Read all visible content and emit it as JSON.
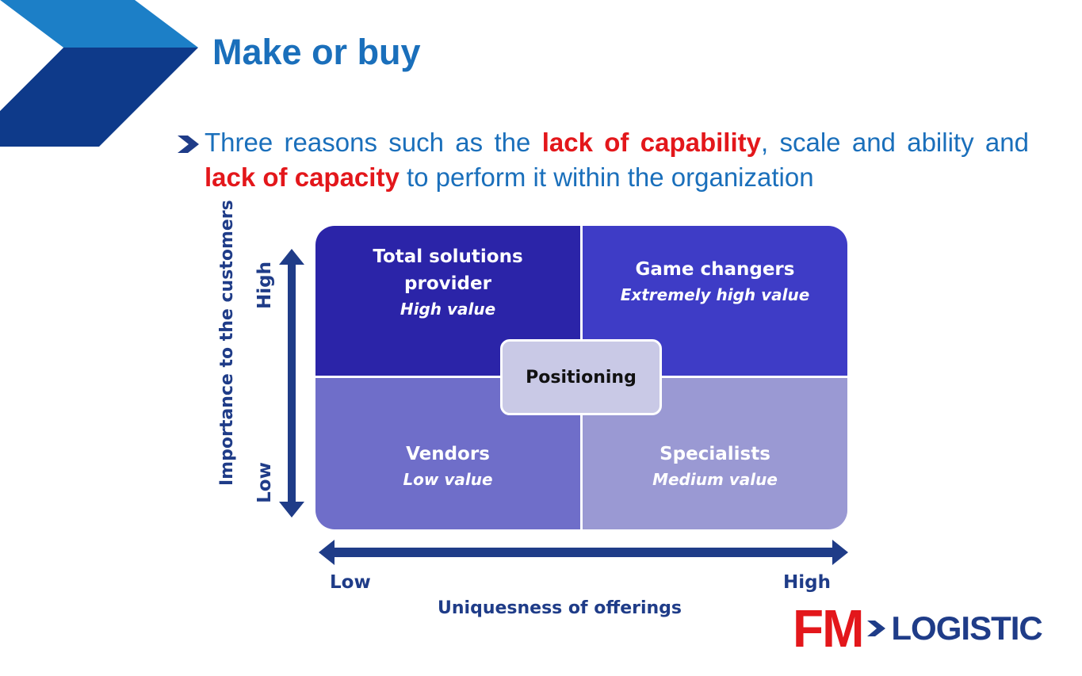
{
  "slide": {
    "title": "Make or buy",
    "bullet": {
      "part1": "Three reasons such as the ",
      "highlight1": "lack of capability",
      "part2": ", scale and ability and ",
      "highlight2": "lack of capacity",
      "part3": " to perform it within the organization"
    }
  },
  "matrix": {
    "top_left": {
      "name": "Total solutions provider",
      "value": "High value"
    },
    "top_right": {
      "name": "Game changers",
      "value": "Extremely high value"
    },
    "bottom_left": {
      "name": "Vendors",
      "value": "Low value"
    },
    "bottom_right": {
      "name": "Specialists",
      "value": "Medium value"
    },
    "center": "Positioning"
  },
  "axes": {
    "x": {
      "low": "Low",
      "high": "High",
      "title": "Uniquesness of offerings"
    },
    "y": {
      "low": "Low",
      "high": "High",
      "title": "Importance to the customers"
    }
  },
  "logo": {
    "brand_red": "FM",
    "brand_word": "LOGISTIC"
  },
  "colors": {
    "title_blue": "#1a6fbb",
    "highlight_red": "#e3171b",
    "axis_navy": "#1f3c88",
    "quad_top_left": "#2b24a8",
    "quad_top_right": "#3e3cc6",
    "quad_bottom_left": "#6f6ec9",
    "quad_bottom_right": "#9a99d3",
    "center_box": "#c9c9e6"
  }
}
